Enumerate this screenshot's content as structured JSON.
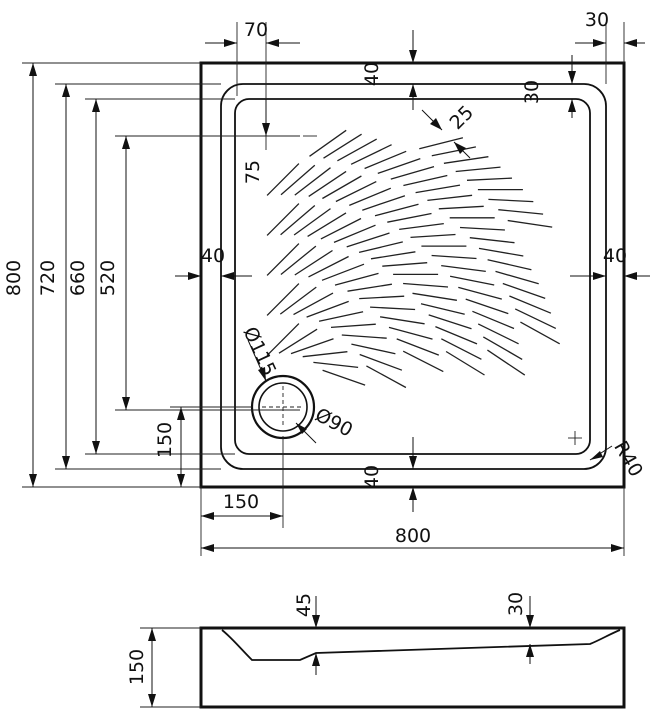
{
  "plan_view": {
    "dims": {
      "overall_width": "800",
      "overall_height": "800",
      "rim_offset_right": "30",
      "rim_offset_top_right": "30",
      "top_wall": "40",
      "bottom_wall": "40",
      "left_wall": "40",
      "right_wall": "40",
      "drain_from_left_top": "70",
      "inner_outer_height": "720",
      "inner_height": "660",
      "pattern_height": "520",
      "pattern_offset": "75",
      "rim_inset": "25",
      "drain_outer_diameter": "Ø115",
      "drain_inner_diameter": "Ø90",
      "drain_height": "150",
      "drain_x": "150",
      "corner_radius": "R40"
    }
  },
  "side_view": {
    "dims": {
      "height": "150",
      "depth_left": "45",
      "depth_right": "30"
    }
  }
}
